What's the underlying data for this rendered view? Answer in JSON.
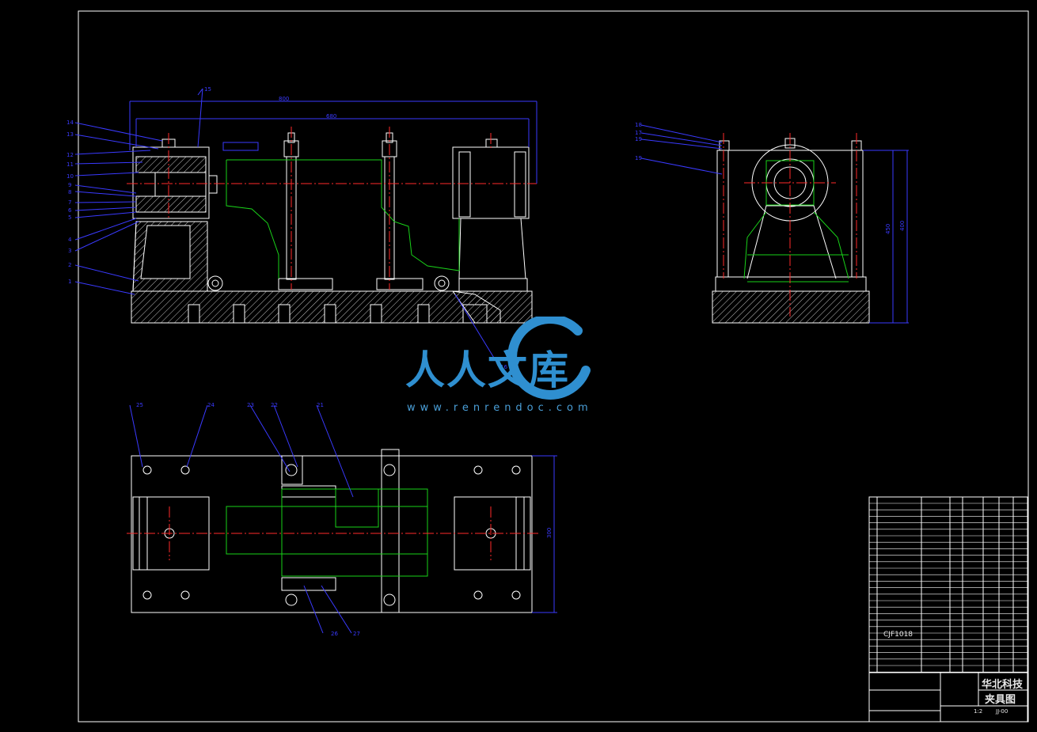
{
  "titleblock": {
    "company": "华北科技",
    "title": "夹具图",
    "code_label": "CJF1018",
    "scale": "1:2",
    "drawing_no": "JJ-00"
  },
  "watermark": {
    "main": "人人文库",
    "url": "www.renrendoc.com"
  },
  "dimensions": {
    "front_total": "680",
    "front_overall": "800",
    "top_width": "300",
    "side_h1": "450",
    "side_h2": "400"
  },
  "balloons_front": [
    "14",
    "13",
    "12",
    "11",
    "10",
    "9",
    "8",
    "7",
    "6",
    "5",
    "4",
    "3",
    "2",
    "1",
    "15",
    "16"
  ],
  "balloons_side": [
    "18",
    "17",
    "19",
    "19"
  ],
  "balloons_top": [
    "25",
    "24",
    "23",
    "22",
    "21",
    "26",
    "27"
  ],
  "colors": {
    "outline": "#ffffff",
    "hatch": "#bfbfbf",
    "leader": "#3a3aff",
    "center": "#ff2a2a",
    "hidden": "#19d219",
    "accent": "#2f8fd0"
  }
}
